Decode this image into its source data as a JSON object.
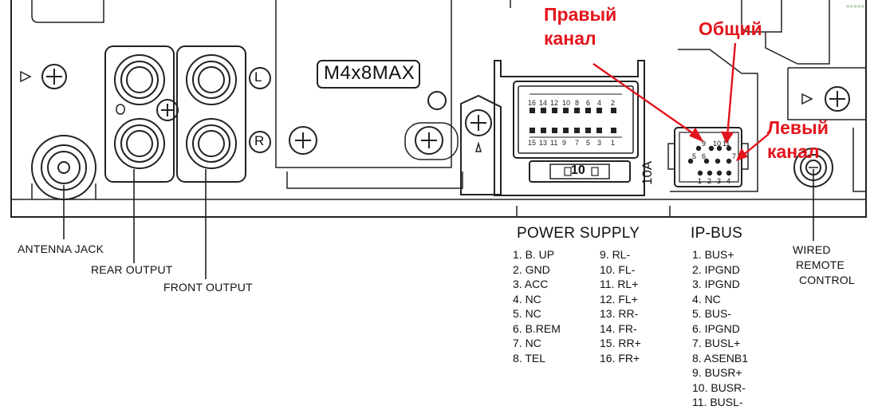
{
  "labels": {
    "antenna_jack": "ANTENNA JACK",
    "rear_output": "REAR OUTPUT",
    "front_output": "FRONT OUTPUT",
    "wired_remote": [
      "WIRED",
      "REMOTE",
      "CONTROL"
    ],
    "screw_mark": "M4x8MAX",
    "fuse": "10",
    "fuse_rating": "10A",
    "jack_left": "L",
    "jack_right": "R"
  },
  "annotations": {
    "right_channel": [
      "Правый",
      "канал"
    ],
    "common": "Общий",
    "left_channel": [
      "Левый",
      "канал"
    ]
  },
  "power_supply": {
    "title": "POWER SUPPLY",
    "col1": [
      "1. B. UP",
      "2. GND",
      "3. ACC",
      "4. NC",
      "5. NC",
      "6. B.REM",
      "7. NC",
      "8. TEL"
    ],
    "col2": [
      "9. RL-",
      "10. FL-",
      "11. RL+",
      "12. FL+",
      "13. RR-",
      "14. FR-",
      "15. RR+",
      "16. FR+"
    ]
  },
  "ip_bus": {
    "title": "IP-BUS",
    "pins": [
      "1. BUS+",
      "2. IPGND",
      "3. IPGND",
      "4. NC",
      "5. BUS-",
      "6. IPGND",
      "7. BUSL+",
      "8. ASENB1",
      "9. BUSR+",
      "10. BUSR-",
      "11. BUSL-"
    ]
  },
  "connector_pins": {
    "top_row": [
      "16",
      "14",
      "12",
      "10",
      "8",
      "6",
      "4",
      "2"
    ],
    "bottom_row": [
      "15",
      "13",
      "11",
      "9",
      "7",
      "5",
      "3",
      "1"
    ]
  },
  "ipbus_pin_numbers": [
    "5",
    "9",
    "10",
    "11",
    "6",
    "7",
    "1",
    "2",
    "3",
    "4"
  ],
  "colors": {
    "line": "#222222",
    "annotation_red": "#e3141c"
  }
}
